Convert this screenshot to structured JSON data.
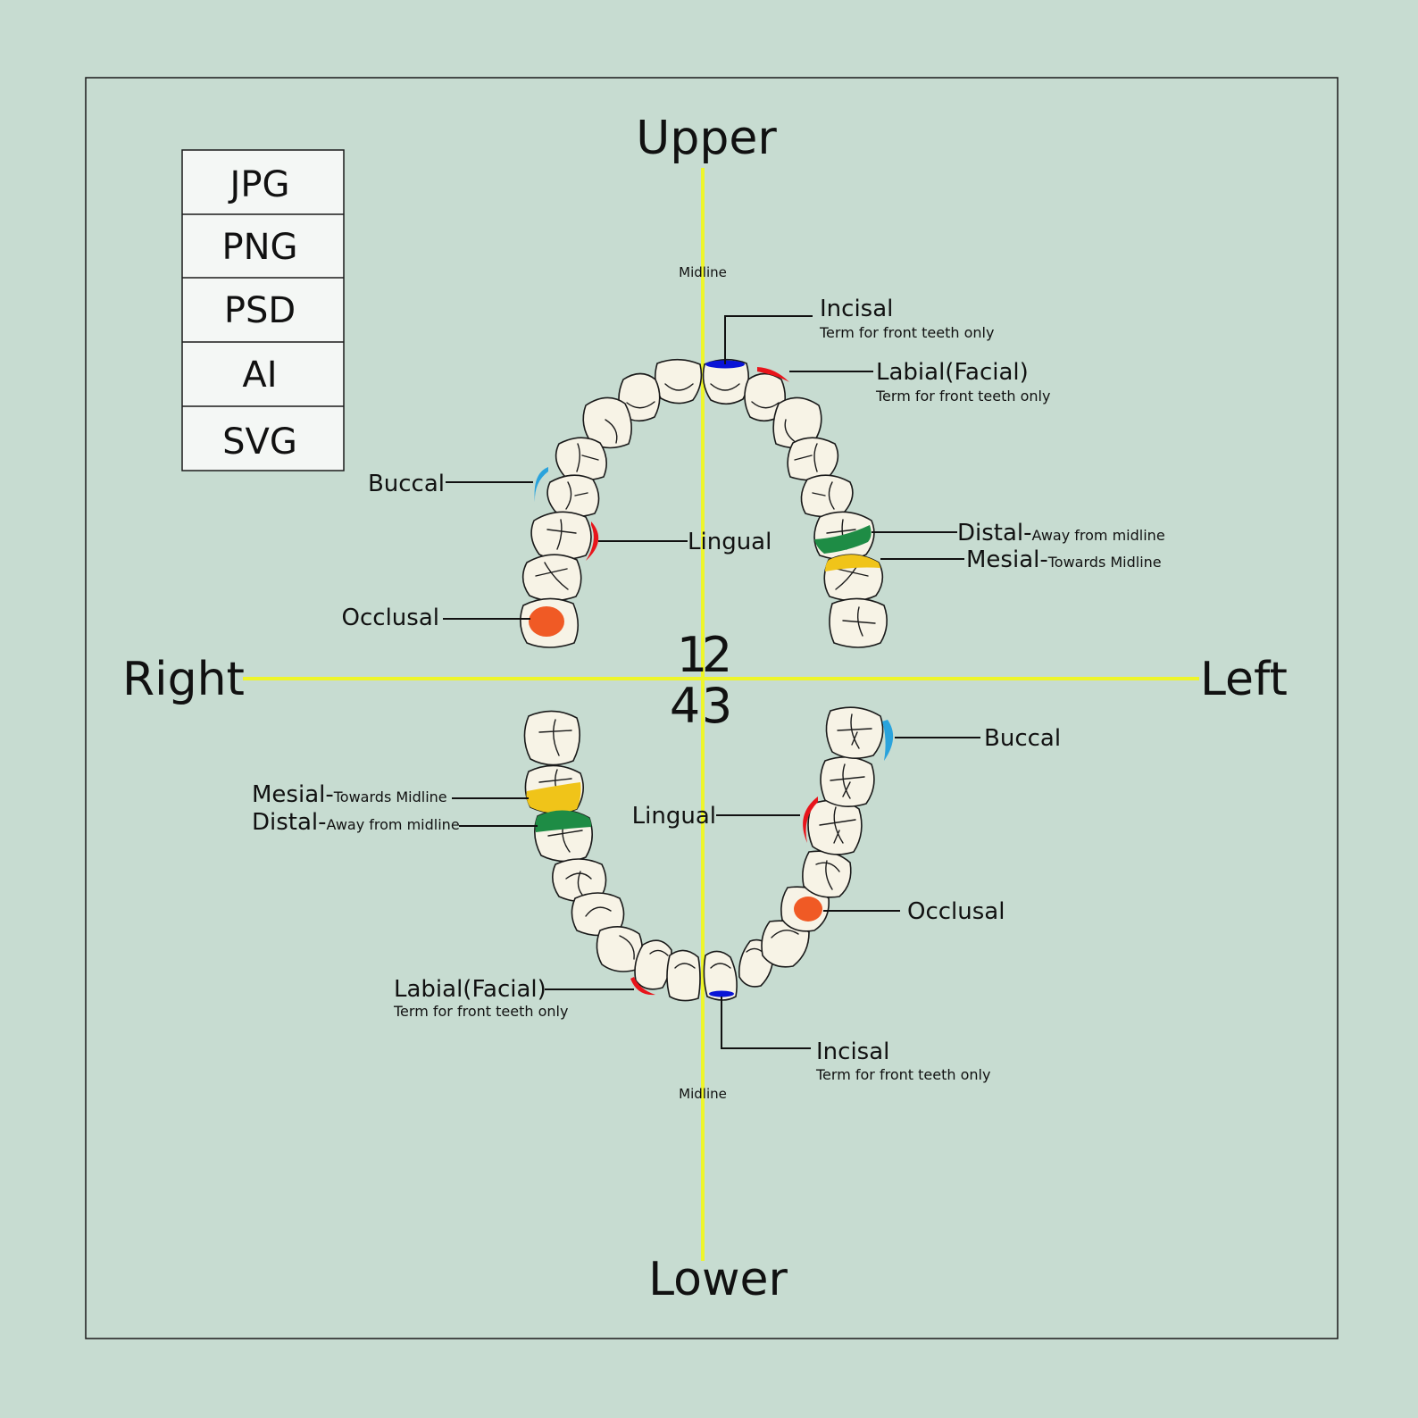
{
  "formats": [
    "JPG",
    "PNG",
    "PSD",
    "AI",
    "SVG"
  ],
  "directions": {
    "upper": "Upper",
    "lower": "Lower",
    "right": "Right",
    "left": "Left"
  },
  "quadrants": {
    "q1": "1",
    "q2": "2",
    "q3": "3",
    "q4": "4"
  },
  "midline": "Midline",
  "labels": {
    "incisal": "Incisal",
    "labial": "Labial(Facial)",
    "front_note": "Term for front teeth only",
    "buccal": "Buccal",
    "lingual": "Lingual",
    "occlusal": "Occlusal",
    "distal": "Distal-",
    "distal_note": "Away from midline",
    "mesial": "Mesial-",
    "mesial_note": "Towards Midline"
  },
  "colors": {
    "background": "#c7dcd1",
    "midline": "#eef52a",
    "incisal": "#0a14d6",
    "labial": "#e8141b",
    "buccal": "#2aa3dc",
    "lingual": "#e8141b",
    "occlusal": "#f05a25",
    "distal": "#1e8c45",
    "mesial": "#f0c419"
  }
}
